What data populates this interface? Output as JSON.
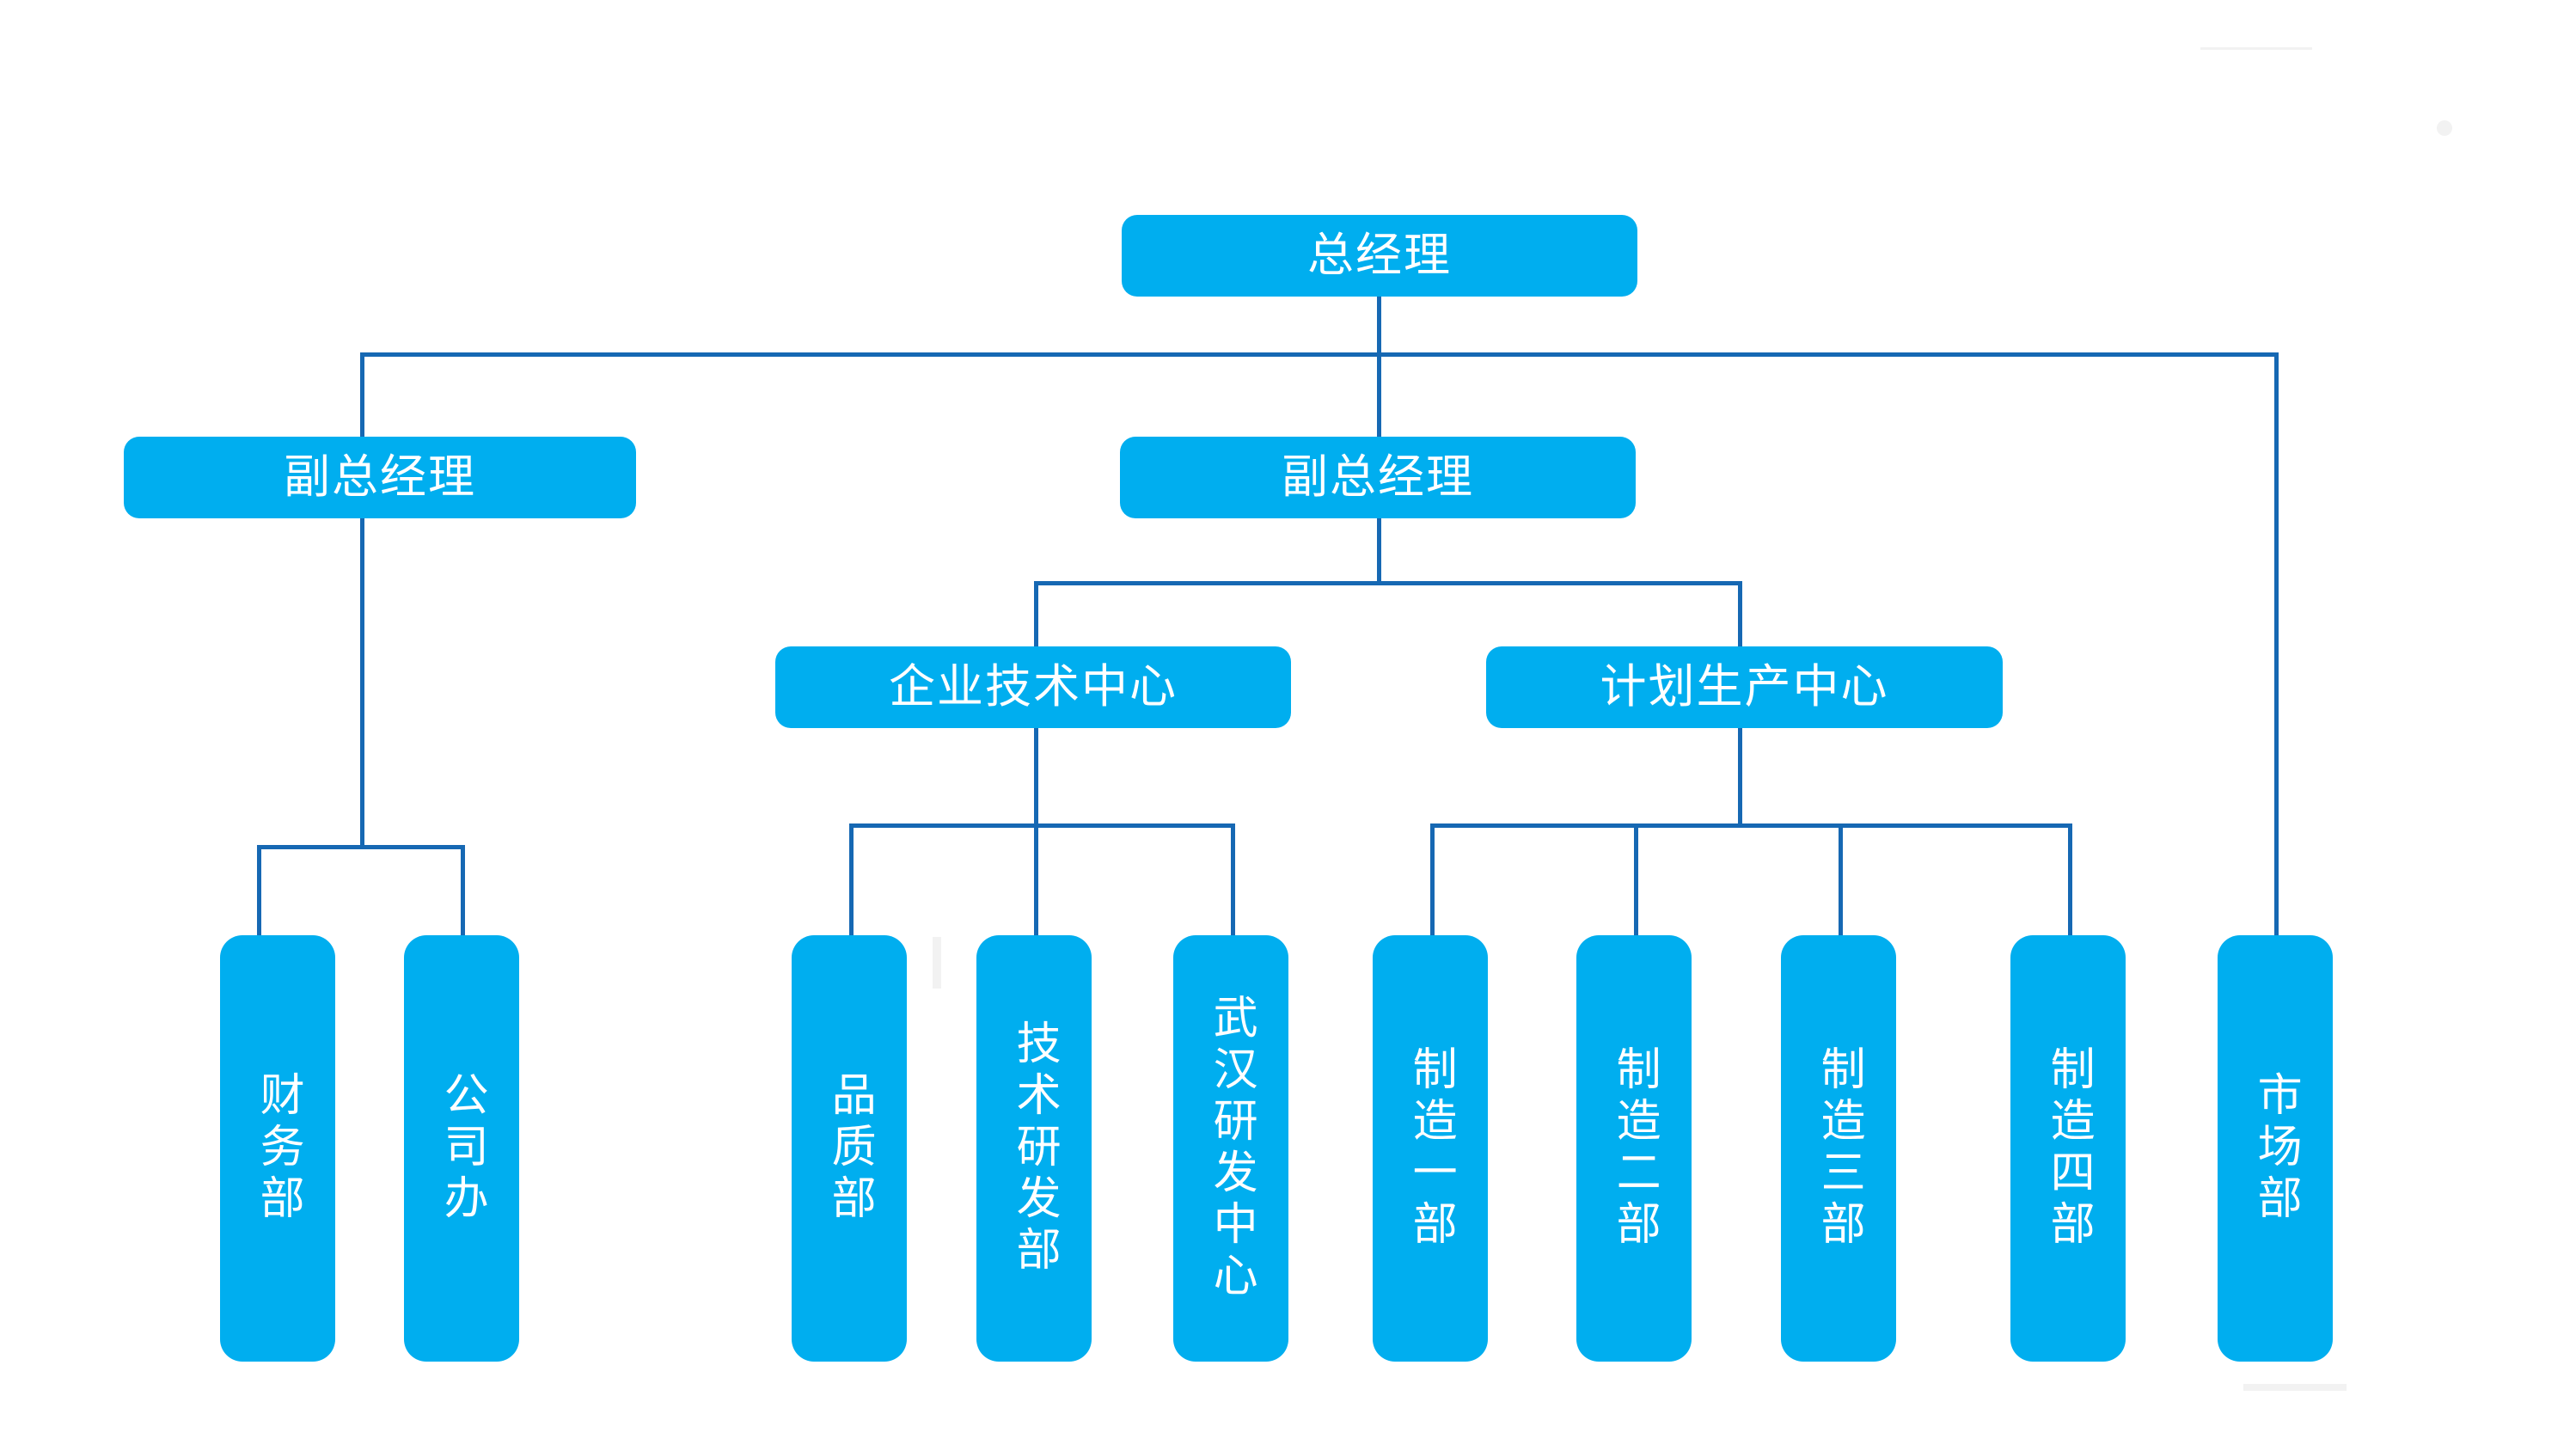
{
  "diagram": {
    "type": "organization-chart",
    "title_text_present": false,
    "colors": {
      "node_fill": "#00AEEF",
      "node_text": "#FFFFFF",
      "connector": "#1668B3",
      "background": "#FFFFFF"
    },
    "levels": [
      {
        "level": 1,
        "nodes": [
          {
            "id": "gm",
            "label": "总经理",
            "orientation": "horizontal"
          }
        ]
      },
      {
        "level": 2,
        "nodes": [
          {
            "id": "dgm-left",
            "label": "副总经理",
            "orientation": "horizontal"
          },
          {
            "id": "dgm-center",
            "label": "副总经理",
            "orientation": "horizontal"
          }
        ]
      },
      {
        "level": 3,
        "nodes": [
          {
            "id": "tech-center",
            "label": "企业技术中心",
            "orientation": "horizontal"
          },
          {
            "id": "plan-center",
            "label": "计划生产中心",
            "orientation": "horizontal"
          }
        ]
      },
      {
        "level": 4,
        "nodes": [
          {
            "id": "finance",
            "label": "财务部",
            "orientation": "vertical"
          },
          {
            "id": "company-office",
            "label": "公司办",
            "orientation": "vertical"
          },
          {
            "id": "quality",
            "label": "品质部",
            "orientation": "vertical"
          },
          {
            "id": "rnd",
            "label": "技术研发部",
            "orientation": "vertical"
          },
          {
            "id": "wuhan-rnd",
            "label": "武汉研发中心",
            "orientation": "vertical"
          },
          {
            "id": "mfg-1",
            "label": "制造一部",
            "orientation": "vertical"
          },
          {
            "id": "mfg-2",
            "label": "制造二部",
            "orientation": "vertical"
          },
          {
            "id": "mfg-3",
            "label": "制造三部",
            "orientation": "vertical"
          },
          {
            "id": "mfg-4",
            "label": "制造四部",
            "orientation": "vertical"
          },
          {
            "id": "marketing",
            "label": "市场部",
            "orientation": "vertical"
          }
        ]
      }
    ],
    "edges": [
      {
        "from": "gm",
        "to": "dgm-left"
      },
      {
        "from": "gm",
        "to": "dgm-center"
      },
      {
        "from": "gm",
        "to": "marketing"
      },
      {
        "from": "dgm-left",
        "to": "finance"
      },
      {
        "from": "dgm-left",
        "to": "company-office"
      },
      {
        "from": "dgm-center",
        "to": "tech-center"
      },
      {
        "from": "dgm-center",
        "to": "plan-center"
      },
      {
        "from": "tech-center",
        "to": "quality"
      },
      {
        "from": "tech-center",
        "to": "rnd"
      },
      {
        "from": "tech-center",
        "to": "wuhan-rnd"
      },
      {
        "from": "plan-center",
        "to": "mfg-1"
      },
      {
        "from": "plan-center",
        "to": "mfg-2"
      },
      {
        "from": "plan-center",
        "to": "mfg-3"
      },
      {
        "from": "plan-center",
        "to": "mfg-4"
      }
    ]
  },
  "nodes": {
    "gm": "总经理",
    "dgm_left": "副总经理",
    "dgm_center": "副总经理",
    "tech_center": "企业技术中心",
    "plan_center": "计划生产中心",
    "finance": "财务部",
    "company_office": "公司办",
    "quality": "品质部",
    "rnd": "技术研发部",
    "wuhan_rnd": "武汉研发中心",
    "mfg_1": "制造一部",
    "mfg_2": "制造二部",
    "mfg_3": "制造三部",
    "mfg_4": "制造四部",
    "marketing": "市场部"
  }
}
